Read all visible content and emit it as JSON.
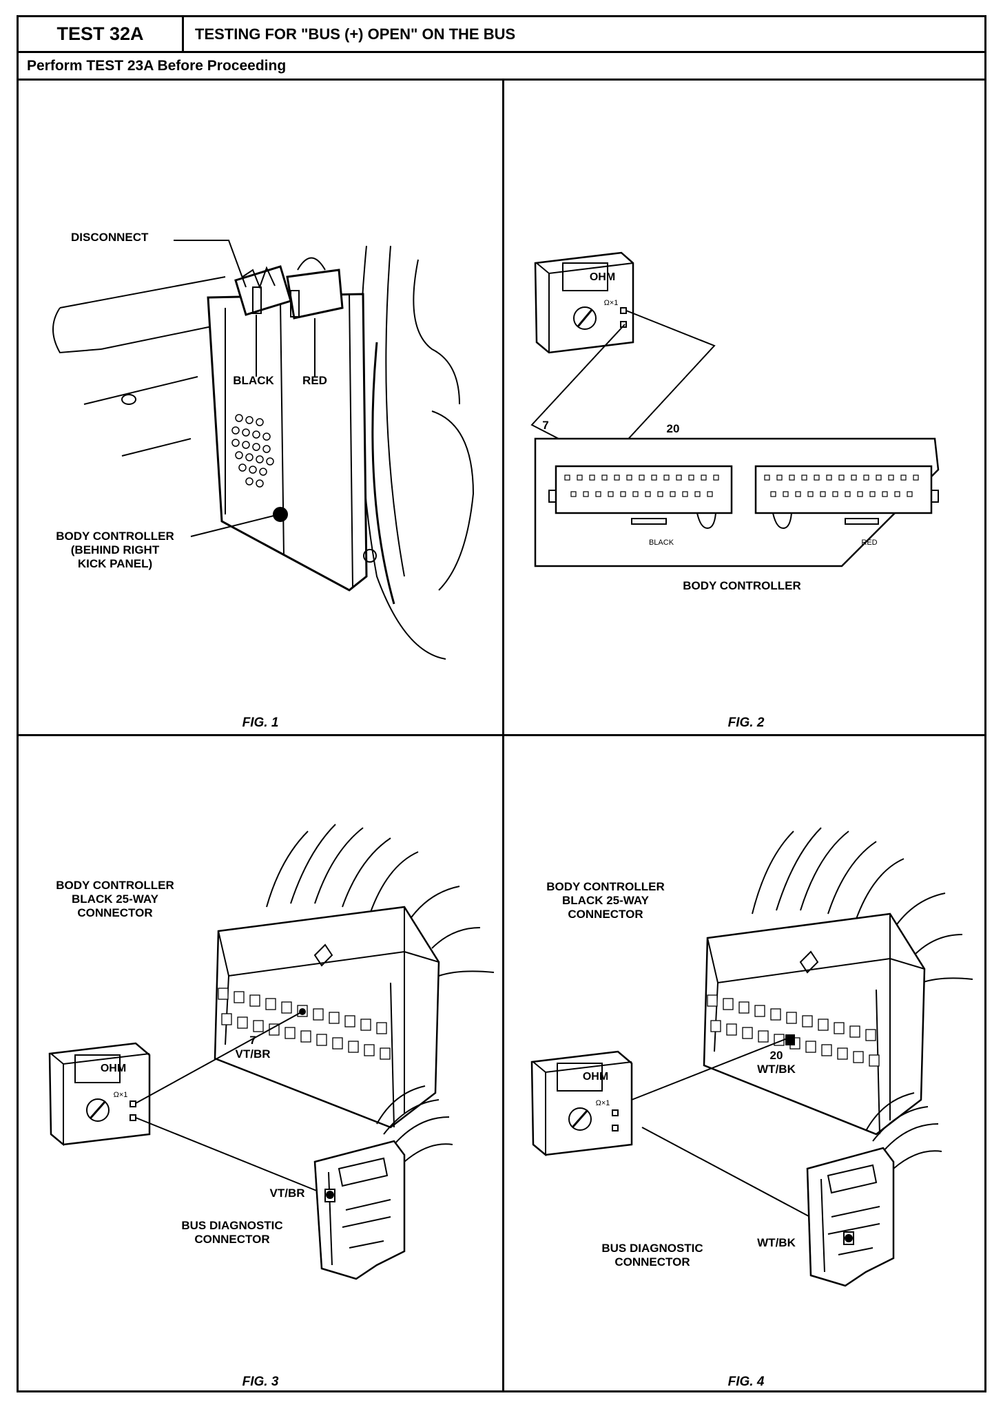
{
  "header": {
    "test_id": "TEST 32A",
    "title": "TESTING FOR \"BUS (+) OPEN\" ON THE BUS",
    "subtitle": "Perform TEST 23A Before Proceeding"
  },
  "fig1": {
    "caption": "FIG. 1",
    "disconnect": "DISCONNECT",
    "black": "BLACK",
    "red": "RED",
    "body_controller_1": "BODY CONTROLLER",
    "body_controller_2": "(BEHIND RIGHT",
    "body_controller_3": "KICK PANEL)"
  },
  "fig2": {
    "caption": "FIG. 2",
    "ohm": "OHM",
    "range": "Ω×1",
    "pin7": "7",
    "pin20": "20",
    "black": "BLACK",
    "red": "RED",
    "body_controller": "BODY CONTROLLER"
  },
  "fig3": {
    "caption": "FIG. 3",
    "ohm": "OHM",
    "range": "Ω×1",
    "conn_label_1": "BODY CONTROLLER",
    "conn_label_2": "BLACK 25-WAY",
    "conn_label_3": "CONNECTOR",
    "pin": "7",
    "wire": "VT/BR",
    "wire2": "VT/BR",
    "diag_1": "BUS DIAGNOSTIC",
    "diag_2": "CONNECTOR"
  },
  "fig4": {
    "caption": "FIG. 4",
    "ohm": "OHM",
    "range": "Ω×1",
    "conn_label_1": "BODY CONTROLLER",
    "conn_label_2": "BLACK 25-WAY",
    "conn_label_3": "CONNECTOR",
    "pin": "20",
    "wire": "WT/BK",
    "wire2": "WT/BK",
    "diag_1": "BUS DIAGNOSTIC",
    "diag_2": "CONNECTOR"
  }
}
